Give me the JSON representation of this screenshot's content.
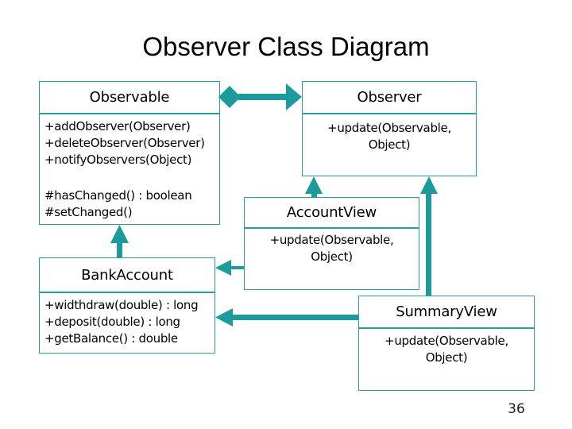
{
  "slide": {
    "title": "Observer Class Diagram",
    "page_number": "36"
  },
  "colors": {
    "accent": "#1b9b9b",
    "box_border": "#2a9d9d"
  },
  "classes": {
    "observable": {
      "name": "Observable",
      "methods": [
        "+addObserver(Observer)",
        "+deleteObserver(Observer)",
        "+notifyObservers(Object)"
      ],
      "protected_methods": [
        "#hasChanged() : boolean",
        "#setChanged()"
      ]
    },
    "observer": {
      "name": "Observer",
      "methods": [
        "+update(Observable, Object)"
      ]
    },
    "account_view": {
      "name": "AccountView",
      "methods": [
        "+update(Observable, Object)"
      ]
    },
    "bank_account": {
      "name": "BankAccount",
      "methods": [
        "+widthdraw(double) : long",
        "+deposit(double) : long",
        "+getBalance() : double"
      ]
    },
    "summary_view": {
      "name": "SummaryView",
      "methods": [
        "+update(Observable, Object)"
      ]
    }
  }
}
